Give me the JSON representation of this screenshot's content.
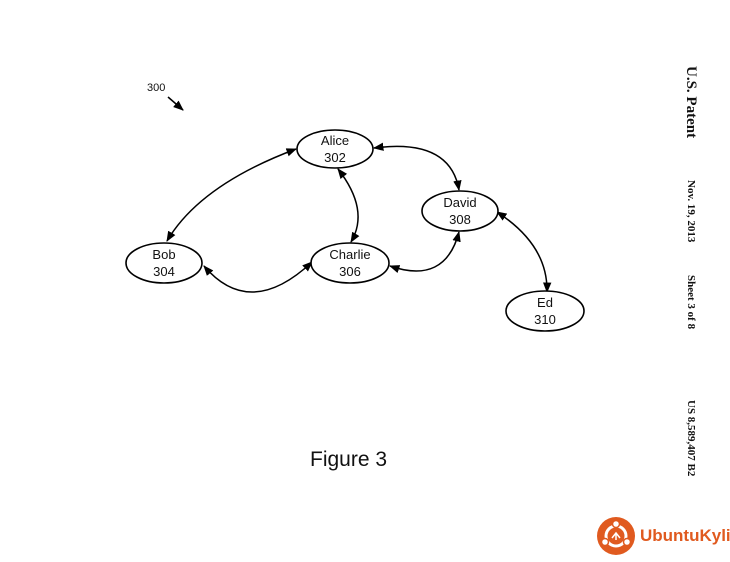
{
  "figure": {
    "reference": "300",
    "caption": "Figure 3"
  },
  "nodes": [
    {
      "name": "Alice",
      "id": "302"
    },
    {
      "name": "Bob",
      "id": "304"
    },
    {
      "name": "Charlie",
      "id": "306"
    },
    {
      "name": "David",
      "id": "308"
    },
    {
      "name": "Ed",
      "id": "310"
    }
  ],
  "edges": [
    {
      "from": "Alice",
      "to": "Bob",
      "bidirectional": true
    },
    {
      "from": "Alice",
      "to": "Charlie",
      "bidirectional": true
    },
    {
      "from": "Alice",
      "to": "David",
      "bidirectional": true
    },
    {
      "from": "Bob",
      "to": "Charlie",
      "bidirectional": true
    },
    {
      "from": "Charlie",
      "to": "David",
      "bidirectional": true
    },
    {
      "from": "David",
      "to": "Ed",
      "bidirectional": true
    }
  ],
  "header": {
    "title": "U.S. Patent",
    "date": "Nov. 19, 2013",
    "sheet": "Sheet 3 of 8",
    "patent_number": "US 8,589,407 B2"
  },
  "watermark": {
    "text": "UbuntuKylin",
    "color": "#e05a1f"
  }
}
